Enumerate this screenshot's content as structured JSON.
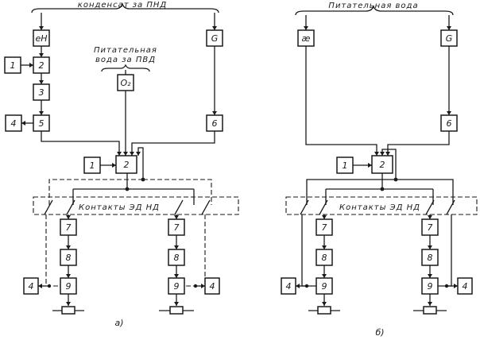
{
  "diagram_a": {
    "top_label": "конденсат за ПНД",
    "side_label_line1": "Питательная",
    "side_label_line2": "вода за ПВД",
    "contacts_label": "Контакты ЭД НД",
    "caption": "а)",
    "blocks": {
      "eH": "eH",
      "G": "G",
      "O2": "O₂",
      "b1": "1",
      "b2": "2",
      "b3": "3",
      "b4": "4",
      "b5": "5",
      "b6": "6",
      "c1": "1",
      "c2": "2",
      "l7": "7",
      "l8": "8",
      "l9": "9",
      "l4": "4",
      "r7": "7",
      "r8": "8",
      "r9": "9",
      "r4": "4"
    }
  },
  "diagram_b": {
    "top_label": "Питательная вода",
    "contacts_label": "Контакты ЭД НД",
    "caption": "б)",
    "blocks": {
      "ae": "æ",
      "G": "G",
      "b6": "6",
      "c1": "1",
      "c2": "2",
      "l7": "7",
      "l8": "8",
      "l9": "9",
      "l4": "4",
      "r7": "7",
      "r8": "8",
      "r9": "9",
      "r4": "4"
    }
  }
}
